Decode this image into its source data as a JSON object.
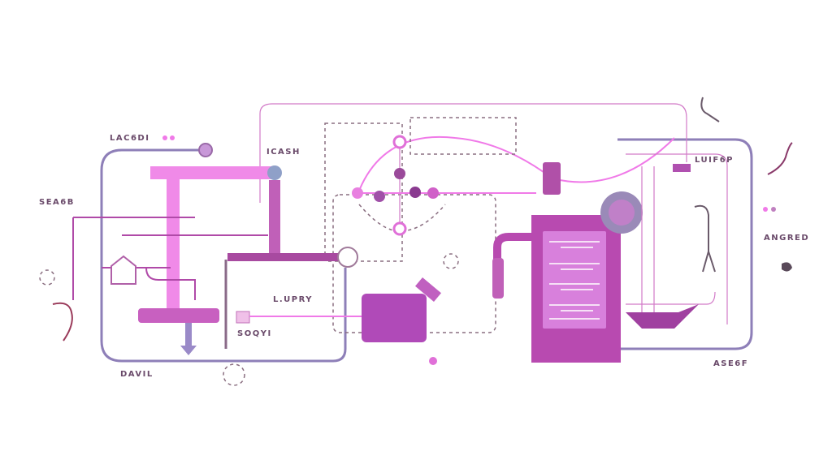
{
  "labels": {
    "top_left": "LAC6DI",
    "icash": "ICASH",
    "left_mid": "SEA6B",
    "lupry": "L.UPRY",
    "soqyi": "SOQYI",
    "bottom_left": "DAVIL",
    "right_top": "LUIF6P",
    "right_mid": "ANGRED",
    "right_bottom": "ASE6F"
  },
  "colors": {
    "pink": "#f07ae8",
    "magenta": "#b04aa8",
    "lavender": "#8e7fb8",
    "panel": "#b84ab0",
    "screen": "#d880dc"
  }
}
